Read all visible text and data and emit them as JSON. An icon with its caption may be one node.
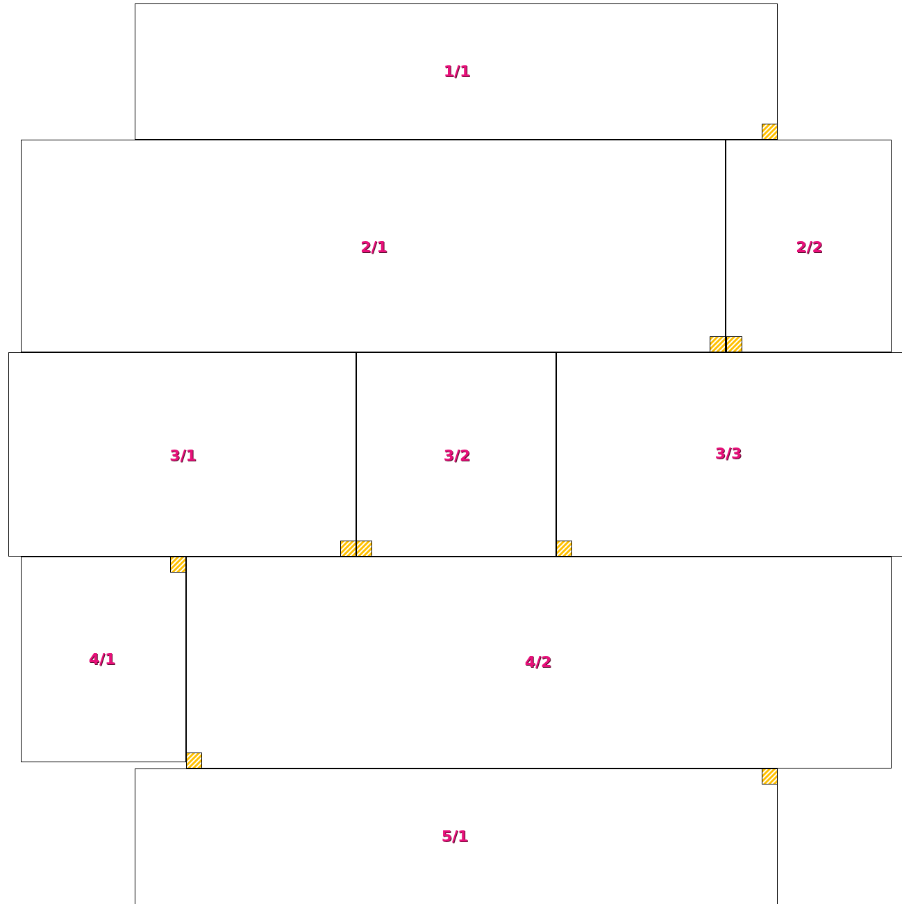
{
  "diagram": {
    "nodes": [
      {
        "text": [
          "1/1"
        ]
      },
      {
        "text": [
          "2/1"
        ]
      },
      {
        "text": [
          "2/2"
        ]
      },
      {
        "text": [
          "3/1"
        ]
      },
      {
        "text": [
          "3/2"
        ]
      },
      {
        "text": [
          "3/3"
        ]
      },
      {
        "text": [
          "4/1"
        ]
      },
      {
        "text": [
          "4/2"
        ]
      },
      {
        "text": [
          "5/1"
        ]
      }
    ],
    "edges": []
  }
}
